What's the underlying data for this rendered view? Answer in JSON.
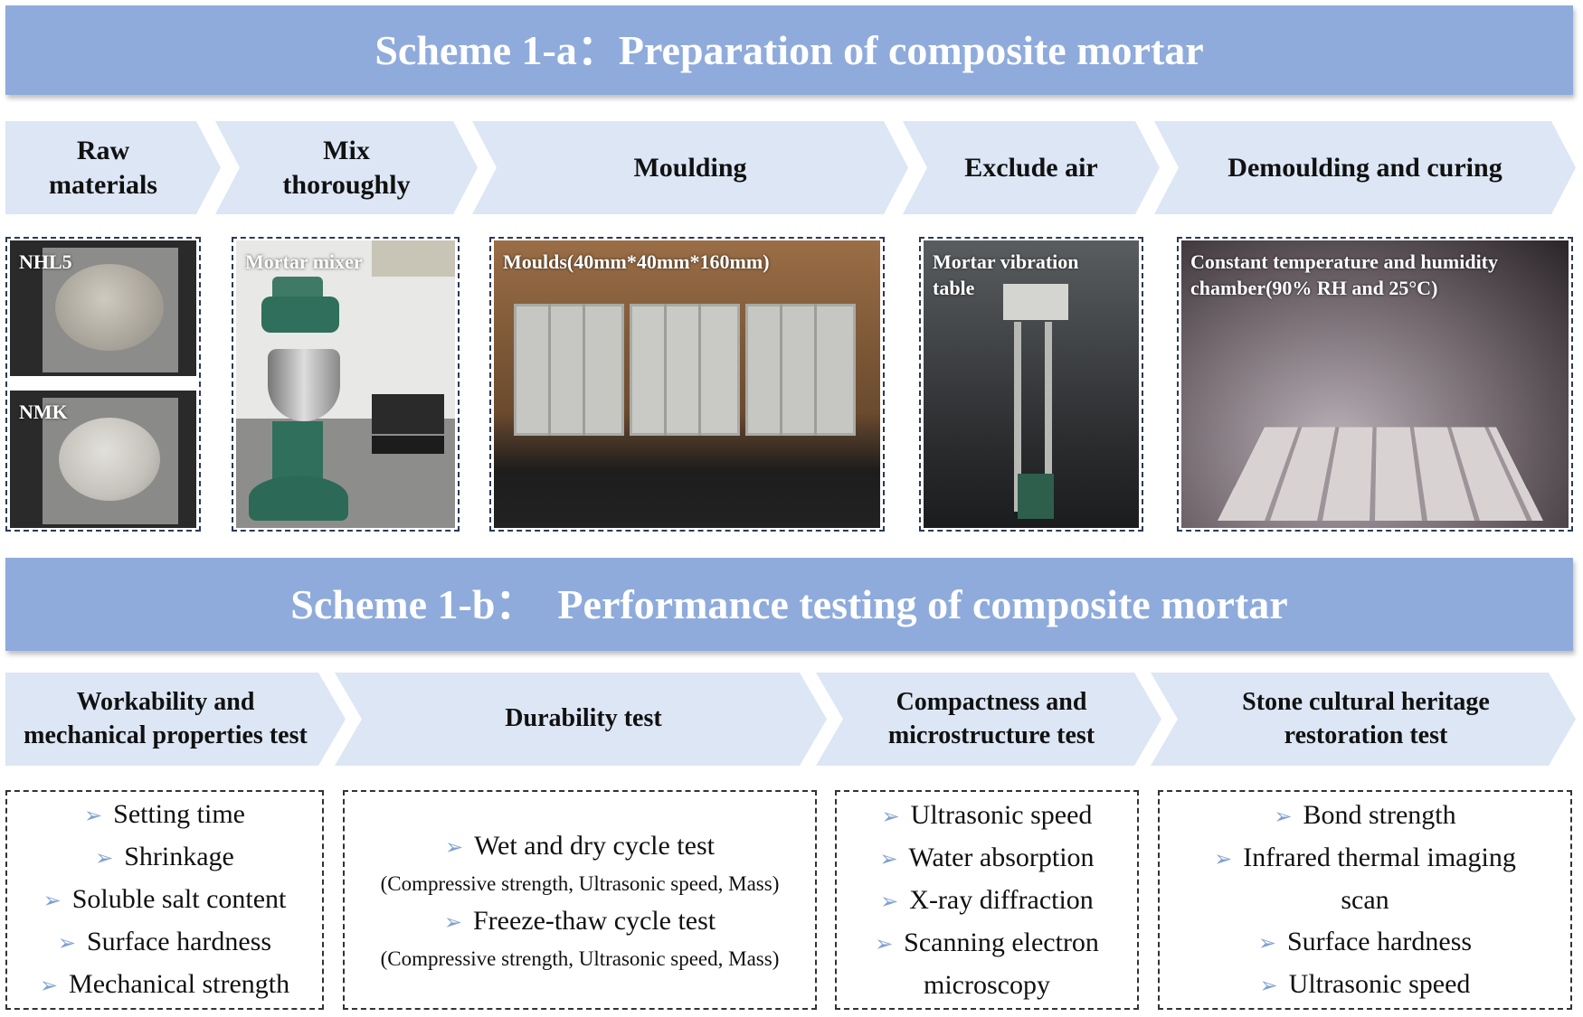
{
  "scheme_a": {
    "title": "Scheme 1-a：Preparation of composite mortar",
    "steps": [
      "Raw\nmaterials",
      "Mix\nthoroughly",
      "Moulding",
      "Exclude air",
      "Demoulding and curing"
    ],
    "photos": {
      "nhl5": "NHL5",
      "nmk": "NMK",
      "mixer": "Mortar mixer",
      "moulds": "Moulds(40mm*40mm*160mm)",
      "vibration": "Mortar vibration\ntable",
      "chamber": "Constant temperature and humidity\nchamber(90% RH and 25°C)"
    }
  },
  "scheme_b": {
    "title": "Scheme 1-b：  Performance testing of composite mortar",
    "steps": [
      "Workability and\nmechanical properties test",
      "Durability test",
      "Compactness and\nmicrostructure test",
      "Stone cultural heritage\nrestoration test"
    ],
    "workability_items": [
      "Setting time",
      "Shrinkage",
      "Soluble salt content",
      "Surface hardness",
      "Mechanical strength"
    ],
    "durability": {
      "item1": "Wet and dry cycle test",
      "sub1": "(Compressive strength, Ultrasonic speed, Mass)",
      "item2": "Freeze-thaw cycle test",
      "sub2": "(Compressive strength, Ultrasonic speed, Mass)"
    },
    "compactness_items": [
      "Ultrasonic speed",
      "Water absorption",
      "X-ray diffraction",
      "Scanning electron",
      "microscopy"
    ],
    "restoration_items": [
      "Bond strength",
      "Infrared thermal imaging",
      "scan",
      "Surface hardness",
      "Ultrasonic speed"
    ]
  },
  "colors": {
    "banner": "#8fabdc",
    "chevron": "#dce6f4",
    "bullet": "#7fa0d2"
  }
}
